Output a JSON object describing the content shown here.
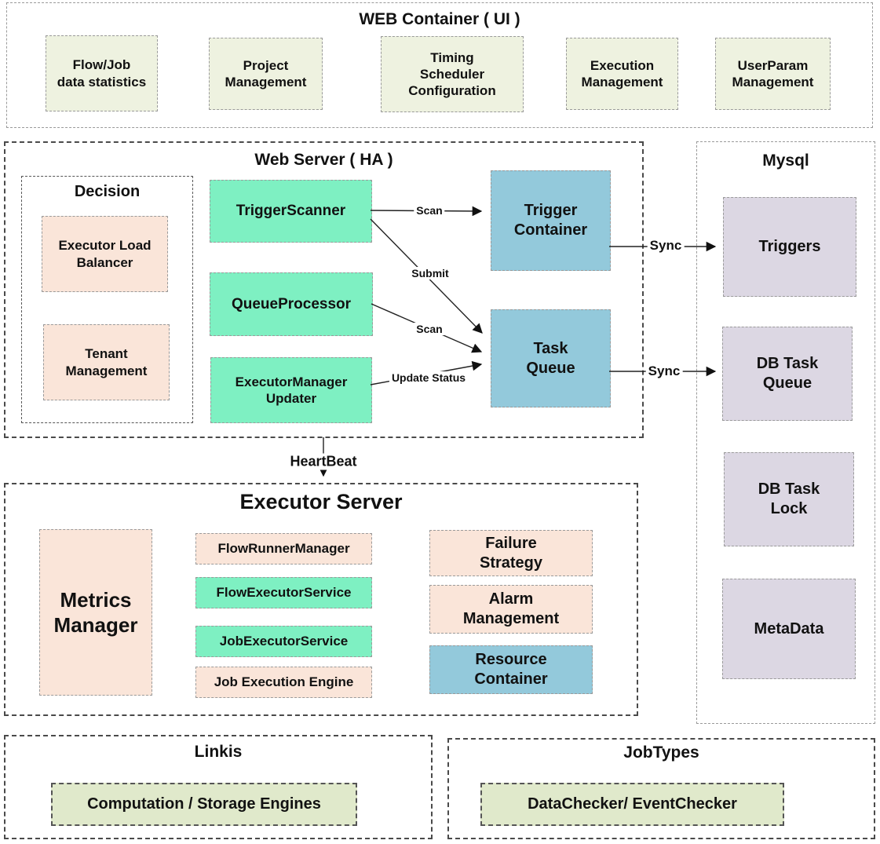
{
  "colors": {
    "pale_green": "#eef2e0",
    "mint": "#7ef0c2",
    "blue": "#93c9db",
    "peach": "#fae5d9",
    "lavender": "#dcd7e3",
    "olive": "#e0e9cb",
    "line": "#222222",
    "text": "#111111"
  },
  "web_container": {
    "title": "WEB Container ( UI )",
    "boxes": [
      "Flow/Job\ndata statistics",
      "Project\nManagement",
      "Timing\nScheduler\nConfiguration",
      "Execution\nManagement",
      "UserParam\nManagement"
    ]
  },
  "web_server": {
    "title": "Web Server ( HA )",
    "decision": {
      "title": "Decision",
      "boxes": [
        "Executor Load\nBalancer",
        "Tenant\nManagement"
      ]
    },
    "services": [
      "TriggerScanner",
      "QueueProcessor",
      "ExecutorManager\nUpdater"
    ],
    "queues": [
      "Trigger\nContainer",
      "Task\nQueue"
    ]
  },
  "mysql": {
    "title": "Mysql",
    "boxes": [
      "Triggers",
      "DB Task\nQueue",
      "DB Task\nLock",
      "MetaData"
    ]
  },
  "executor_server": {
    "title": "Executor Server",
    "metrics_manager": "Metrics\nManager",
    "middle_boxes": [
      "FlowRunnerManager",
      "FlowExecutorService",
      "JobExecutorService",
      "Job Execution Engine"
    ],
    "right_boxes": [
      "Failure\nStrategy",
      "Alarm\nManagement",
      "Resource\nContainer"
    ]
  },
  "linkis": {
    "title": "Linkis",
    "box": "Computation / Storage Engines"
  },
  "jobtypes": {
    "title": "JobTypes",
    "box": "DataChecker/ EventChecker"
  },
  "arrows": {
    "scan_trigger": "Scan",
    "submit": "Submit",
    "scan_queue": "Scan",
    "update_status": "Update Status",
    "sync_triggers": "Sync",
    "sync_task_queue": "Sync",
    "heartbeat": "HeartBeat"
  }
}
